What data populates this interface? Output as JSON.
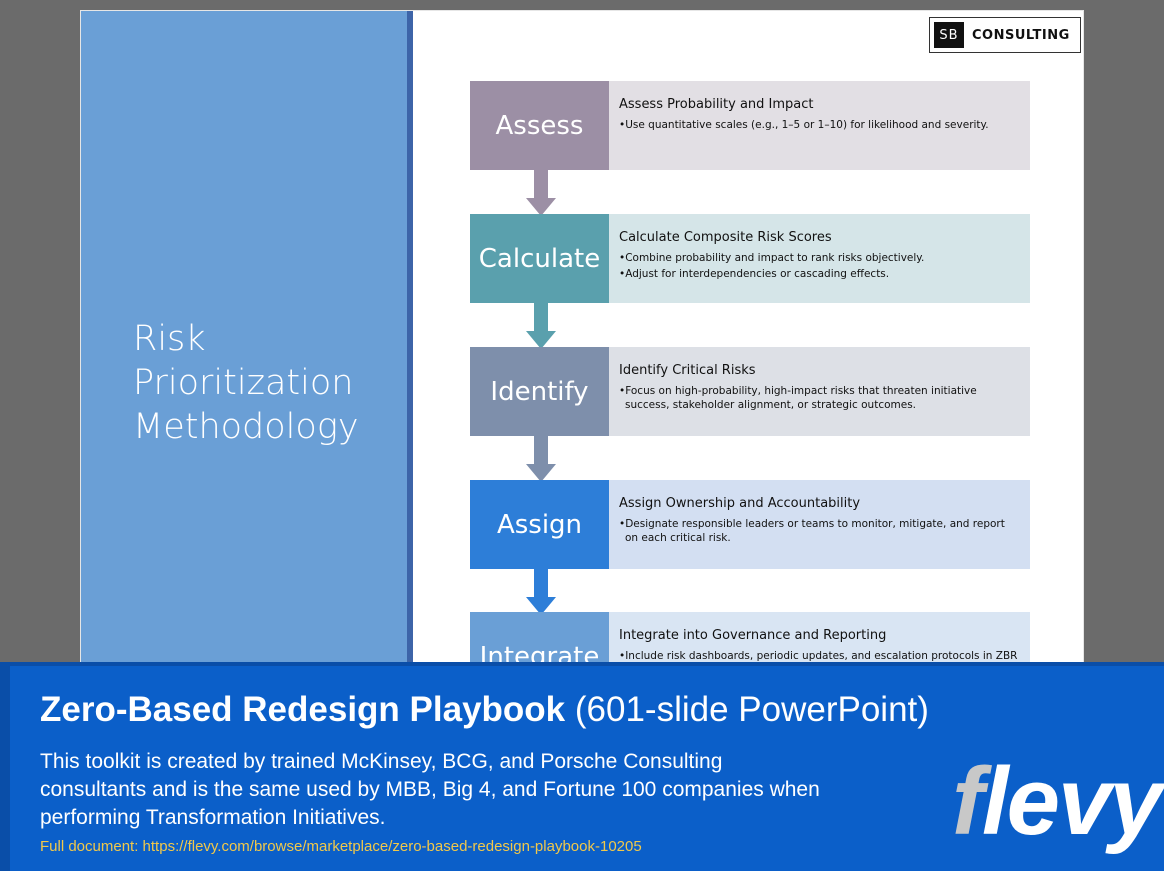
{
  "slide": {
    "title_lines": [
      "Risk",
      "Prioritization",
      "Methodology"
    ],
    "logo": {
      "mark": "SB",
      "text": "CONSULTING"
    },
    "steps": [
      {
        "label": "Assess",
        "heading": "Assess Probability and Impact",
        "bullets": [
          "Use quantitative scales (e.g., 1–5 or 1–10) for likelihood and severity."
        ],
        "label_color": "#9c8fa5",
        "body_color": "#e2dfe4"
      },
      {
        "label": "Calculate",
        "heading": "Calculate Composite Risk Scores",
        "bullets": [
          "Combine probability and impact to rank risks objectively.",
          "Adjust for interdependencies or cascading effects."
        ],
        "label_color": "#5aa0ad",
        "body_color": "#d5e5e8"
      },
      {
        "label": "Identify",
        "heading": "Identify Critical Risks",
        "bullets": [
          "Focus on high-probability, high-impact risks that threaten initiative success, stakeholder alignment, or strategic outcomes."
        ],
        "label_color": "#7e8fab",
        "body_color": "#dde0e6"
      },
      {
        "label": "Assign",
        "heading": "Assign Ownership and Accountability",
        "bullets": [
          "Designate responsible leaders or teams to monitor, mitigate, and report on each critical risk."
        ],
        "label_color": "#2d7ed8",
        "body_color": "#d3dff2"
      },
      {
        "label": "Integrate",
        "heading": "Integrate into Governance and Reporting",
        "bullets": [
          "Include risk dashboards, periodic updates, and escalation protocols in ZBR"
        ],
        "label_color": "#6a9fd6",
        "body_color": "#d9e5f3"
      }
    ]
  },
  "banner": {
    "title_bold": "Zero-Based Redesign Playbook",
    "title_light": "(601-slide PowerPoint)",
    "description": "This toolkit is created by trained McKinsey, BCG, and Porsche Consulting consultants and is the same used by MBB, Big 4, and Fortune 100 companies when performing Transformation Initiatives.",
    "link": "Full document: https://flevy.com/browse/marketplace/zero-based-redesign-playbook-10205",
    "brand_first": "f",
    "brand_rest": "levy"
  }
}
